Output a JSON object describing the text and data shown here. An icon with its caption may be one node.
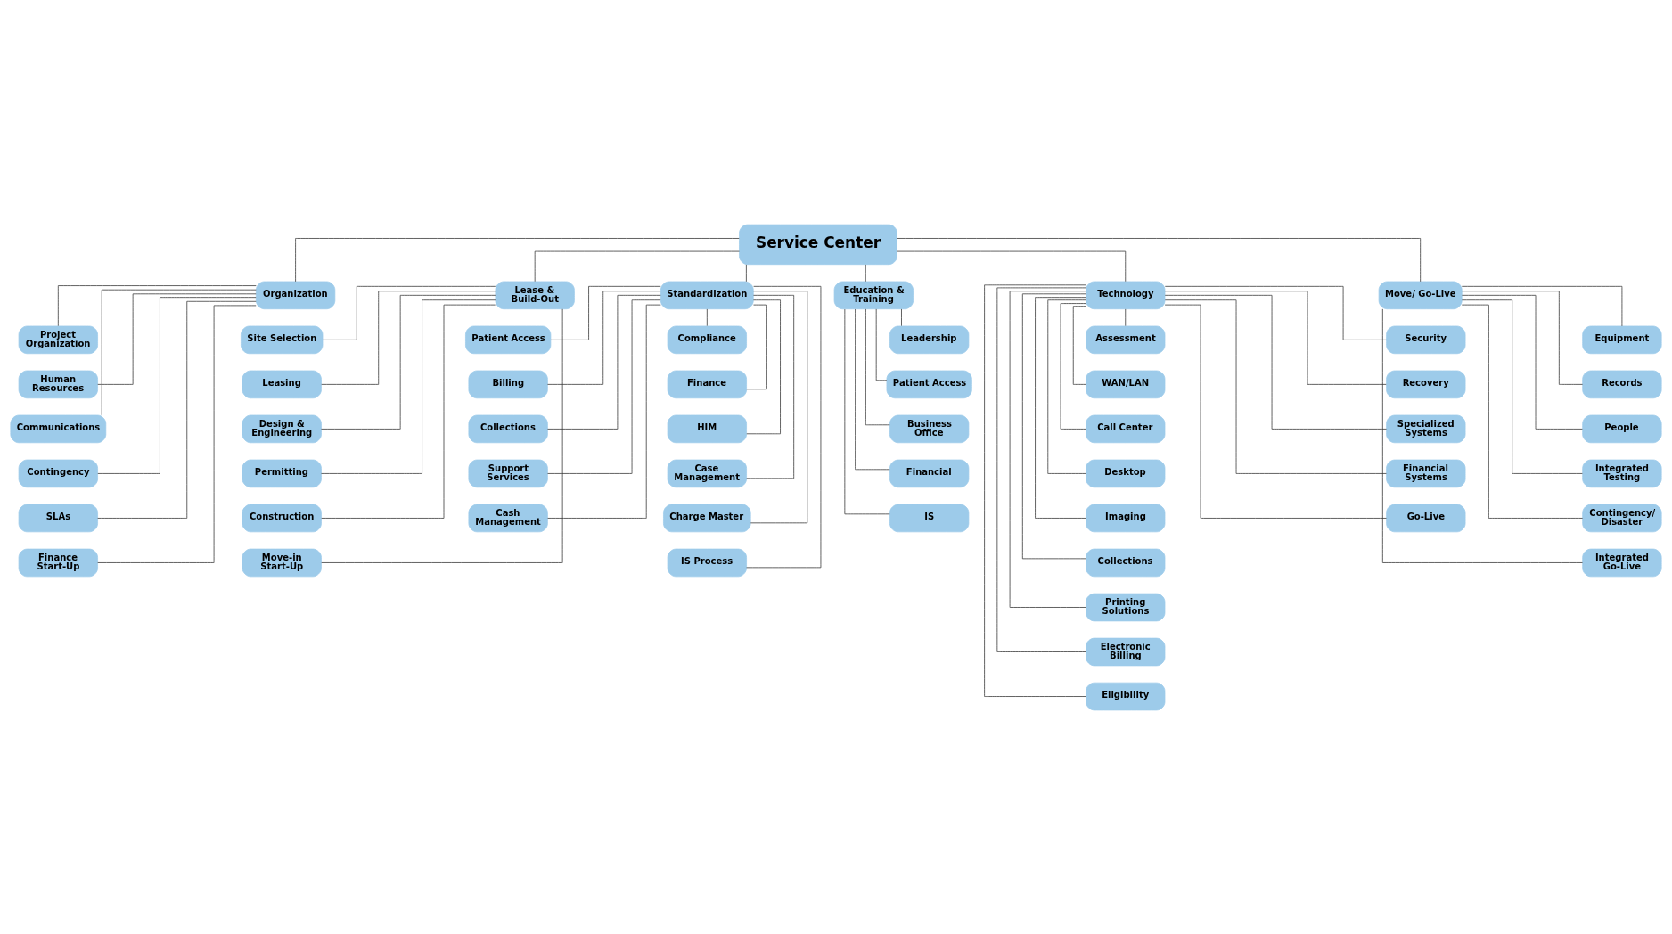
{
  "diagram": {
    "nodes": [
      {
        "text": [
          "Service Center"
        ]
      },
      {
        "text": [
          "Organization"
        ]
      },
      {
        "text": [
          "Lease & Build-Out"
        ]
      },
      {
        "text": [
          "Standardization"
        ]
      },
      {
        "text": [
          "Education & Training"
        ]
      },
      {
        "text": [
          "Technology"
        ]
      },
      {
        "text": [
          "Move/ Go-Live"
        ]
      },
      {
        "text": [
          "Project Organization"
        ]
      },
      {
        "text": [
          "Human Resources"
        ]
      },
      {
        "text": [
          "Communications"
        ]
      },
      {
        "text": [
          "Contingency"
        ]
      },
      {
        "text": [
          "SLAs"
        ]
      },
      {
        "text": [
          "Finance Start-Up"
        ]
      },
      {
        "text": [
          "Site Selection"
        ]
      },
      {
        "text": [
          "Leasing"
        ]
      },
      {
        "text": [
          "Design & Engineering"
        ]
      },
      {
        "text": [
          "Permitting"
        ]
      },
      {
        "text": [
          "Construction"
        ]
      },
      {
        "text": [
          "Move-in Start-Up"
        ]
      },
      {
        "text": [
          "Patient Access"
        ]
      },
      {
        "text": [
          "Billing"
        ]
      },
      {
        "text": [
          "Collections"
        ]
      },
      {
        "text": [
          "Support Services"
        ]
      },
      {
        "text": [
          "Cash Management"
        ]
      },
      {
        "text": [
          "Compliance"
        ]
      },
      {
        "text": [
          "Finance"
        ]
      },
      {
        "text": [
          "HIM"
        ]
      },
      {
        "text": [
          "Case Management"
        ]
      },
      {
        "text": [
          "Charge Master"
        ]
      },
      {
        "text": [
          "IS Process"
        ]
      },
      {
        "text": [
          "Leadership"
        ]
      },
      {
        "text": [
          "Patient Access"
        ]
      },
      {
        "text": [
          "Business Office"
        ]
      },
      {
        "text": [
          "Financial"
        ]
      },
      {
        "text": [
          "IS"
        ]
      },
      {
        "text": [
          "Assessment"
        ]
      },
      {
        "text": [
          "WAN/LAN"
        ]
      },
      {
        "text": [
          "Call Center"
        ]
      },
      {
        "text": [
          "Desktop"
        ]
      },
      {
        "text": [
          "Imaging"
        ]
      },
      {
        "text": [
          "Collections"
        ]
      },
      {
        "text": [
          "Printing Solutions"
        ]
      },
      {
        "text": [
          "Electronic Billing"
        ]
      },
      {
        "text": [
          "Eligibility"
        ]
      },
      {
        "text": [
          "Security"
        ]
      },
      {
        "text": [
          "Recovery"
        ]
      },
      {
        "text": [
          "Specialized Systems"
        ]
      },
      {
        "text": [
          "Financial Systems"
        ]
      },
      {
        "text": [
          "Go-Live"
        ]
      },
      {
        "text": [
          "Equipment"
        ]
      },
      {
        "text": [
          "Records"
        ]
      },
      {
        "text": [
          "People"
        ]
      },
      {
        "text": [
          "Integrated Testing"
        ]
      },
      {
        "text": [
          "Contingency/ Disaster"
        ]
      },
      {
        "text": [
          "Integrated Go-Live"
        ]
      }
    ],
    "edges": [
      {
        "from": 0,
        "to": 1,
        "arrow": "none"
      },
      {
        "from": 0,
        "to": 2,
        "arrow": "none"
      },
      {
        "from": 0,
        "to": 3,
        "arrow": "none"
      },
      {
        "from": 0,
        "to": 4,
        "arrow": "none"
      },
      {
        "from": 0,
        "to": 5,
        "arrow": "none"
      },
      {
        "from": 0,
        "to": 6,
        "arrow": "none"
      },
      {
        "from": 1,
        "to": 7,
        "arrow": "none"
      },
      {
        "from": 1,
        "to": 8,
        "arrow": "none"
      },
      {
        "from": 1,
        "to": 9,
        "arrow": "none"
      },
      {
        "from": 1,
        "to": 10,
        "arrow": "none"
      },
      {
        "from": 1,
        "to": 11,
        "arrow": "none"
      },
      {
        "from": 1,
        "to": 12,
        "arrow": "none"
      },
      {
        "from": 2,
        "to": 13,
        "arrow": "none"
      },
      {
        "from": 2,
        "to": 14,
        "arrow": "none"
      },
      {
        "from": 2,
        "to": 15,
        "arrow": "none"
      },
      {
        "from": 2,
        "to": 16,
        "arrow": "none"
      },
      {
        "from": 2,
        "to": 17,
        "arrow": "none"
      },
      {
        "from": 2,
        "to": 18,
        "arrow": "none"
      },
      {
        "from": 3,
        "to": 19,
        "arrow": "none"
      },
      {
        "from": 3,
        "to": 20,
        "arrow": "none"
      },
      {
        "from": 3,
        "to": 21,
        "arrow": "none"
      },
      {
        "from": 3,
        "to": 22,
        "arrow": "none"
      },
      {
        "from": 3,
        "to": 23,
        "arrow": "none"
      },
      {
        "from": 3,
        "to": 24,
        "arrow": "none"
      },
      {
        "from": 3,
        "to": 25,
        "arrow": "none"
      },
      {
        "from": 3,
        "to": 26,
        "arrow": "none"
      },
      {
        "from": 3,
        "to": 27,
        "arrow": "none"
      },
      {
        "from": 3,
        "to": 28,
        "arrow": "none"
      },
      {
        "from": 3,
        "to": 29,
        "arrow": "none"
      },
      {
        "from": 4,
        "to": 30,
        "arrow": "none"
      },
      {
        "from": 4,
        "to": 31,
        "arrow": "none"
      },
      {
        "from": 4,
        "to": 32,
        "arrow": "none"
      },
      {
        "from": 4,
        "to": 33,
        "arrow": "none"
      },
      {
        "from": 4,
        "to": 34,
        "arrow": "none"
      },
      {
        "from": 5,
        "to": 35,
        "arrow": "none"
      },
      {
        "from": 5,
        "to": 36,
        "arrow": "none"
      },
      {
        "from": 5,
        "to": 37,
        "arrow": "none"
      },
      {
        "from": 5,
        "to": 38,
        "arrow": "none"
      },
      {
        "from": 5,
        "to": 39,
        "arrow": "none"
      },
      {
        "from": 5,
        "to": 40,
        "arrow": "none"
      },
      {
        "from": 5,
        "to": 41,
        "arrow": "none"
      },
      {
        "from": 5,
        "to": 42,
        "arrow": "none"
      },
      {
        "from": 5,
        "to": 43,
        "arrow": "none"
      },
      {
        "from": 5,
        "to": 44,
        "arrow": "none"
      },
      {
        "from": 5,
        "to": 45,
        "arrow": "none"
      },
      {
        "from": 5,
        "to": 46,
        "arrow": "none"
      },
      {
        "from": 5,
        "to": 47,
        "arrow": "none"
      },
      {
        "from": 5,
        "to": 48,
        "arrow": "none"
      },
      {
        "from": 6,
        "to": 49,
        "arrow": "none"
      },
      {
        "from": 6,
        "to": 50,
        "arrow": "none"
      },
      {
        "from": 6,
        "to": 51,
        "arrow": "none"
      },
      {
        "from": 6,
        "to": 52,
        "arrow": "none"
      },
      {
        "from": 6,
        "to": 53,
        "arrow": "none"
      },
      {
        "from": 6,
        "to": 54,
        "arrow": "none"
      }
    ]
  }
}
